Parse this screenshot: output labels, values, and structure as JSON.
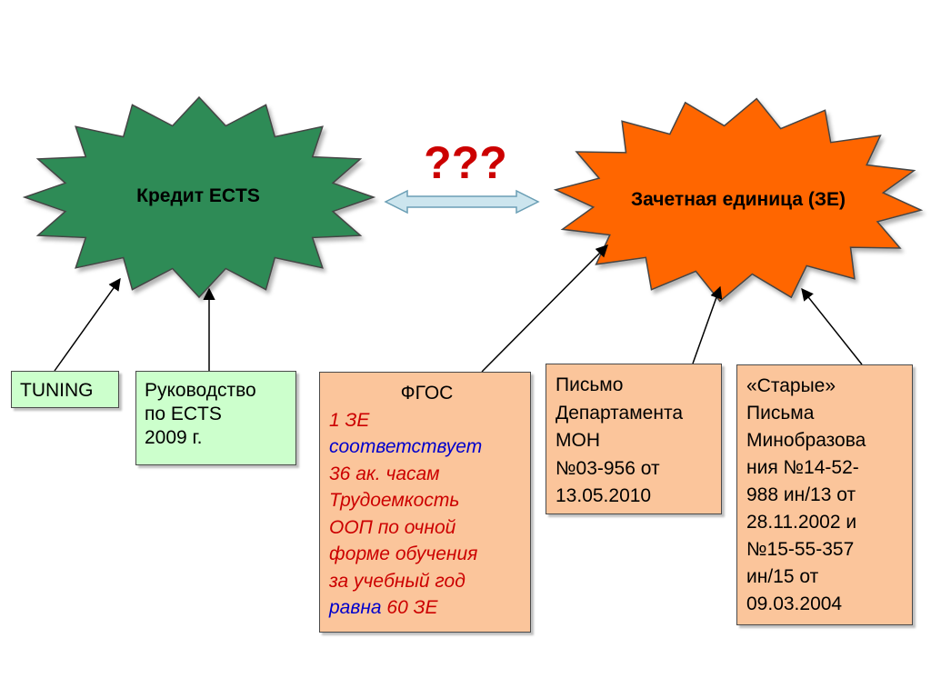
{
  "question": "???",
  "star_left": {
    "label": "Кредит ECTS",
    "color": "#2e8b57"
  },
  "star_right": {
    "label": "Зачетная единица (ЗЕ)",
    "color": "#ff6600"
  },
  "colors": {
    "green_box": "#ccffcc",
    "peach_box": "#fbc59b",
    "red_text": "#cc0000",
    "blue_text": "#0000cc",
    "double_arrow": "#cce5ee"
  },
  "boxes": {
    "tuning": {
      "text": "TUNING"
    },
    "guide": {
      "lines": [
        "Руководство",
        "по ECTS",
        "2009 г."
      ]
    },
    "fgos": {
      "title": "ФГОС",
      "line1": "1 ЗЕ",
      "line2": "соответствует",
      "line3": "36 ак. часам",
      "line4": "Трудоемкость",
      "line5": "ООП по очной",
      "line6": "форме обучения",
      "line7": "за учебный год",
      "line8_a": "равна",
      "line8_b": " 60 ЗЕ"
    },
    "letter": {
      "lines": [
        "Письмо",
        "Департамента",
        "МОН",
        "№03-956 от",
        "13.05.2010"
      ]
    },
    "old": {
      "lines": [
        "«Старые»",
        "Письма",
        "Минобразова",
        "ния №14-52-",
        "988 ин/13 от",
        "28.11.2002 и",
        "№15-55-357",
        "ин/15 от",
        "09.03.2004"
      ]
    }
  }
}
